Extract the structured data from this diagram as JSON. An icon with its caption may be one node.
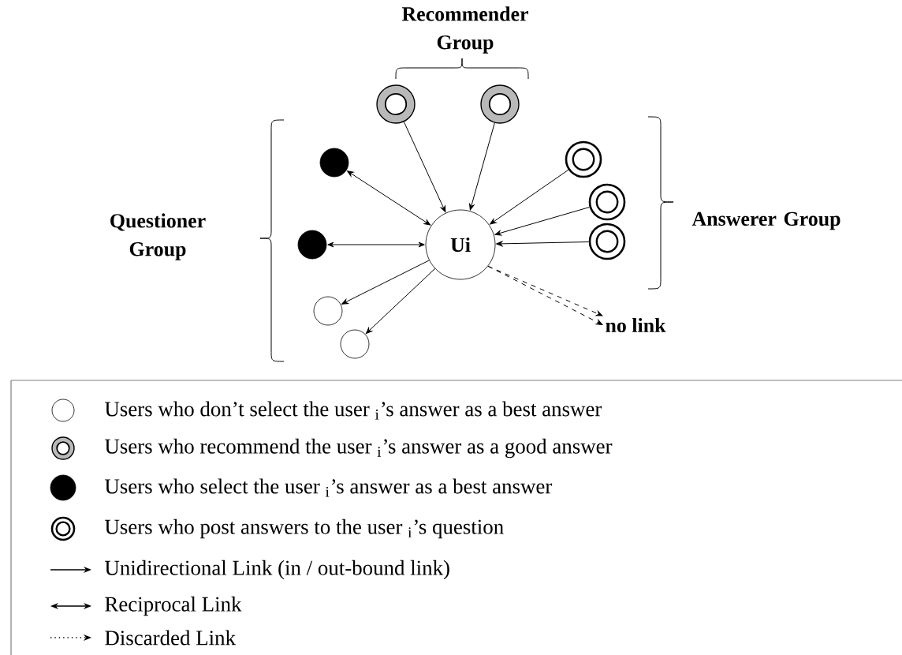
{
  "diagram": {
    "nodes": [
      {
        "text": [],
        "shape": "circle"
      },
      {
        "text": [],
        "shape": "circle"
      },
      {
        "text": [],
        "shape": "circle"
      },
      {
        "text": [],
        "shape": "circle"
      },
      {
        "text": [],
        "shape": "circle"
      },
      {
        "text": [],
        "shape": "circle"
      },
      {
        "text": [],
        "shape": "circle"
      },
      {
        "text": [
          "Ui"
        ]
      },
      {
        "text": [],
        "shape": "circle"
      },
      {
        "text": [],
        "shape": "circle"
      },
      {
        "text": [
          "no link"
        ]
      }
    ],
    "edges": [
      {
        "from": 0,
        "to": 7,
        "arrow": "to"
      },
      {
        "from": 1,
        "to": 7,
        "arrow": "to"
      },
      {
        "from": 2,
        "to": 7,
        "arrow": "both"
      },
      {
        "from": 3,
        "to": 7,
        "arrow": "both"
      },
      {
        "from": 4,
        "to": 7,
        "arrow": "to"
      },
      {
        "from": 5,
        "to": 7,
        "arrow": "to"
      },
      {
        "from": 6,
        "to": 7,
        "arrow": "to"
      },
      {
        "from": 7,
        "to": 8,
        "arrow": "to"
      },
      {
        "from": 7,
        "to": 9,
        "arrow": "to"
      },
      {
        "from": 7,
        "to": 10,
        "arrow": "to",
        "style": "dashed"
      },
      {
        "from": 7,
        "to": 10,
        "arrow": "to",
        "style": "dashed"
      }
    ],
    "labels": [
      "Recommender Group",
      "Questioner Group",
      "Answerer Group"
    ],
    "legend": [
      {
        "text": "Users who don’t select the user $_{i}$’s answer as a best answer"
      },
      {
        "text": "Users who recommend the user $_{i}$’s answer as a good answer"
      },
      {
        "text": "Users who select the user $_{i}$’s answer as a best answer"
      },
      {
        "text": "Users who post answers to the user $_{i}$’s question"
      },
      {
        "text": "Unidirectional Link (in / out-bound link)"
      },
      {
        "text": "Reciprocal Link"
      },
      {
        "text": "Discarded Link"
      }
    ]
  }
}
